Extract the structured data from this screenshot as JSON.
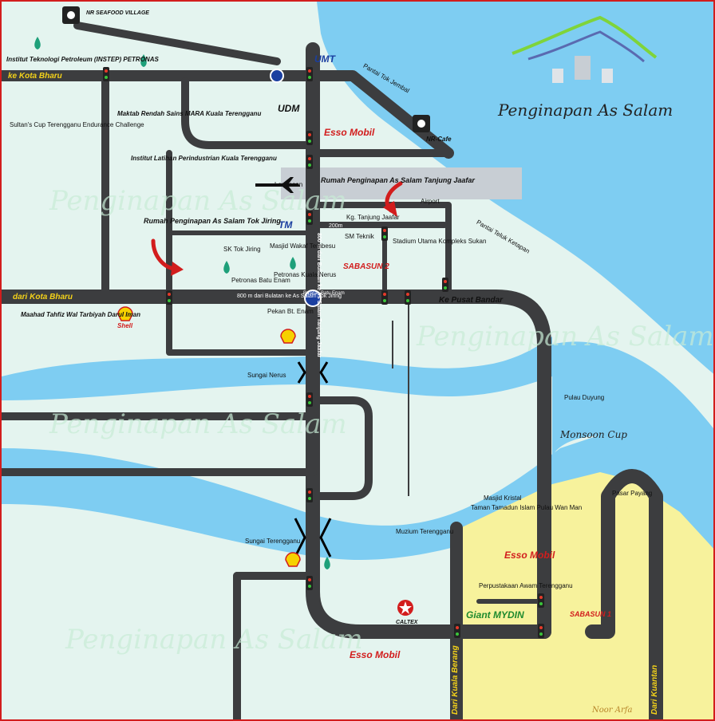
{
  "brand": {
    "title": "Penginapan As Salam",
    "watermark": "Penginapan As Salam",
    "colors": {
      "sea": "#7ecdf2",
      "road": "#3c3d3f",
      "land": "#e4f4ef",
      "sand": "#f7f29c",
      "roadText": "#f4d21a",
      "border": "#d21d1d"
    }
  },
  "roads": {
    "ke_kota_bharu": "ke Kota Bharu",
    "dari_kota_bharu": "dari Kota Bharu",
    "ke_pusat_bandar": "Ke Pusat Bandar",
    "dari_kuala_berang": "Dari Kuala Berang",
    "dari_kuantan": "Dari Kuantan",
    "landasan": "Landasan",
    "vertical_note": "800 m dari Bulatan ke As Salam Tanjung Jaafar",
    "note_800m": "800 m dari Bulatan ke As Salam Tok Jiring",
    "dist_200m": "200m"
  },
  "places": {
    "nr_seafood": "NR SEAFOOD VILLAGE",
    "umt": "UMT",
    "udm": "UDM",
    "institut_petroleum": "Institut Teknologi Petroleum (INSTEP) PETRONAS",
    "sultans_cup": "Sultan's Cup Terengganu Endurance Challenge",
    "maktab_rendah": "Maktab Rendah Sains MARA Kuala Terengganu",
    "institut_latihan": "Institut Latihan Perindustrian Kuala Terengganu",
    "esso_mobil": "Esso Mobil",
    "nr_cafe": "NR-Cafe",
    "pantai_tok_jembal": "Pantai Tok Jembal",
    "pantai_teluk_ketapan": "Pantai Teluk Ketapan",
    "rumah_tanjung": "Rumah Penginapan As Salam Tanjung Jaafar",
    "airport": "Airport",
    "kg_tanjung_jaafar": "Kg. Tanjung Jaafar",
    "tm": "TM",
    "sm_teknik": "SM Teknik",
    "stadium": "Stadium Utama Kompleks Sukan",
    "rumah_tok_jiring": "Rumah Penginapan As Salam Tok Jiring",
    "sk_tok_jiring": "SK Tok Jiring",
    "masjid_wakaf": "Masjid Wakaf Tembesu",
    "petronas_batu_enam": "Petronas Batu Enam",
    "petronas_kuala_nerus": "Petronas Kuala Nerus",
    "sabasun2": "SABASUN 2",
    "bulatan": "Bulatan Batu Enam",
    "maahad": "Maahad Tahfiz Wal Tarbiyah Darul Iman",
    "shell": "Shell",
    "pekan_bt_enam": "Pekan Bt. Enam",
    "sungai_nerus": "Sungai Nerus",
    "pulau_duyung": "Pulau Duyung",
    "monsoon_cup": "Monsoon Cup",
    "pasar_payang": "Pasar Payang",
    "masjid_kristal": "Masjid Kristal",
    "taman_tamadun": "Taman Tamadun Islam Pulau Wan Man",
    "sungai_terengganu": "Sungai Terengganu",
    "muzium": "Muzium Terengganu",
    "perpustakaan": "Perpustakaan Awam Terengganu",
    "caltex": "CALTEX",
    "giant_mydin": "Giant MYDIN",
    "sabasun1": "SABASUN 1",
    "noor_arfa": "Noor Arfa"
  },
  "icons": {
    "restaurant": "fork-knife-icon",
    "traffic_light": "traffic-light-icon",
    "roundabout": "roundabout-icon",
    "airplane": "airplane-icon",
    "petronas": "petronas-drop-icon",
    "shell": "shell-logo-icon",
    "arrow": "red-curved-arrow-icon"
  }
}
